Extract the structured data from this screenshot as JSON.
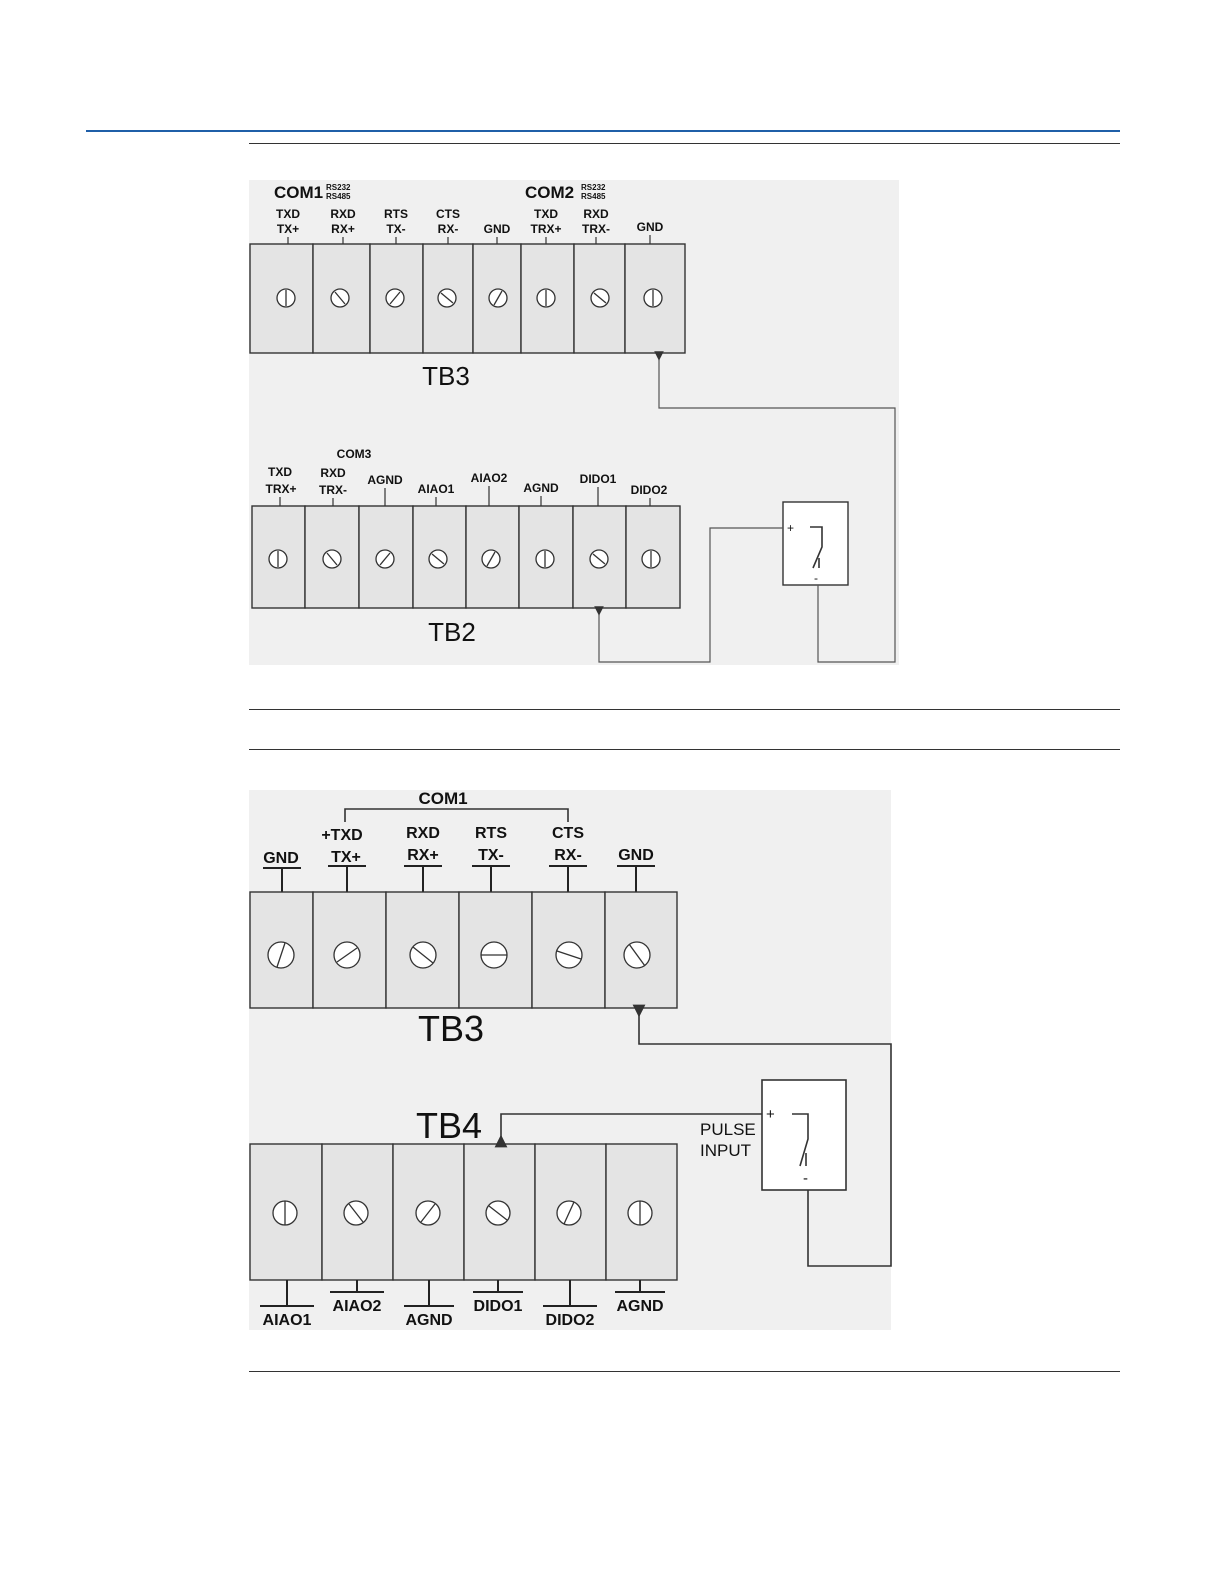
{
  "diagram1": {
    "tb3": {
      "name": "TB3",
      "com1": "COM1",
      "com2": "COM2",
      "com1_proto_top": "RS232",
      "com1_proto_bottom": "RS485",
      "com2_proto_top": "RS232",
      "com2_proto_bottom": "RS485",
      "terminals": [
        {
          "top": "TXD",
          "bottom": "TX+"
        },
        {
          "top": "RXD",
          "bottom": "RX+"
        },
        {
          "top": "RTS",
          "bottom": "TX-"
        },
        {
          "top": "CTS",
          "bottom": "RX-"
        },
        {
          "top": "",
          "bottom": "GND"
        },
        {
          "top": "TXD",
          "bottom": "TRX+"
        },
        {
          "top": "RXD",
          "bottom": "TRX-"
        },
        {
          "top": "",
          "bottom": "GND"
        }
      ]
    },
    "tb2": {
      "name": "TB2",
      "com3": "COM3",
      "terminals": [
        {
          "top": "TXD",
          "bottom": "TRX+"
        },
        {
          "top": "RXD",
          "bottom": "TRX-"
        },
        {
          "top": "",
          "bottom": "AGND"
        },
        {
          "top": "",
          "bottom": "AIAO1"
        },
        {
          "top": "",
          "bottom": "AIAO2"
        },
        {
          "top": "",
          "bottom": "AGND"
        },
        {
          "top": "",
          "bottom": "DIDO1"
        },
        {
          "top": "",
          "bottom": "DIDO2"
        }
      ]
    },
    "switch": {
      "plus": "+",
      "minus": "-"
    }
  },
  "diagram2": {
    "tb3": {
      "name": "TB3",
      "com1": "COM1",
      "terminals": [
        {
          "top": "",
          "bottom": "GND"
        },
        {
          "top": "+TXD",
          "bottom": "TX+"
        },
        {
          "top": "RXD",
          "bottom": "RX+"
        },
        {
          "top": "RTS",
          "bottom": "TX-"
        },
        {
          "top": "CTS",
          "bottom": "RX-"
        },
        {
          "top": "",
          "bottom": "GND"
        }
      ]
    },
    "tb4": {
      "name": "TB4",
      "terminals": [
        "AIAO1",
        "AIAO2",
        "AGND",
        "DIDO1",
        "DIDO2",
        "AGND"
      ]
    },
    "switch": {
      "plus": "+",
      "minus": "-",
      "label_line1": "PULSE",
      "label_line2": "INPUT"
    }
  }
}
